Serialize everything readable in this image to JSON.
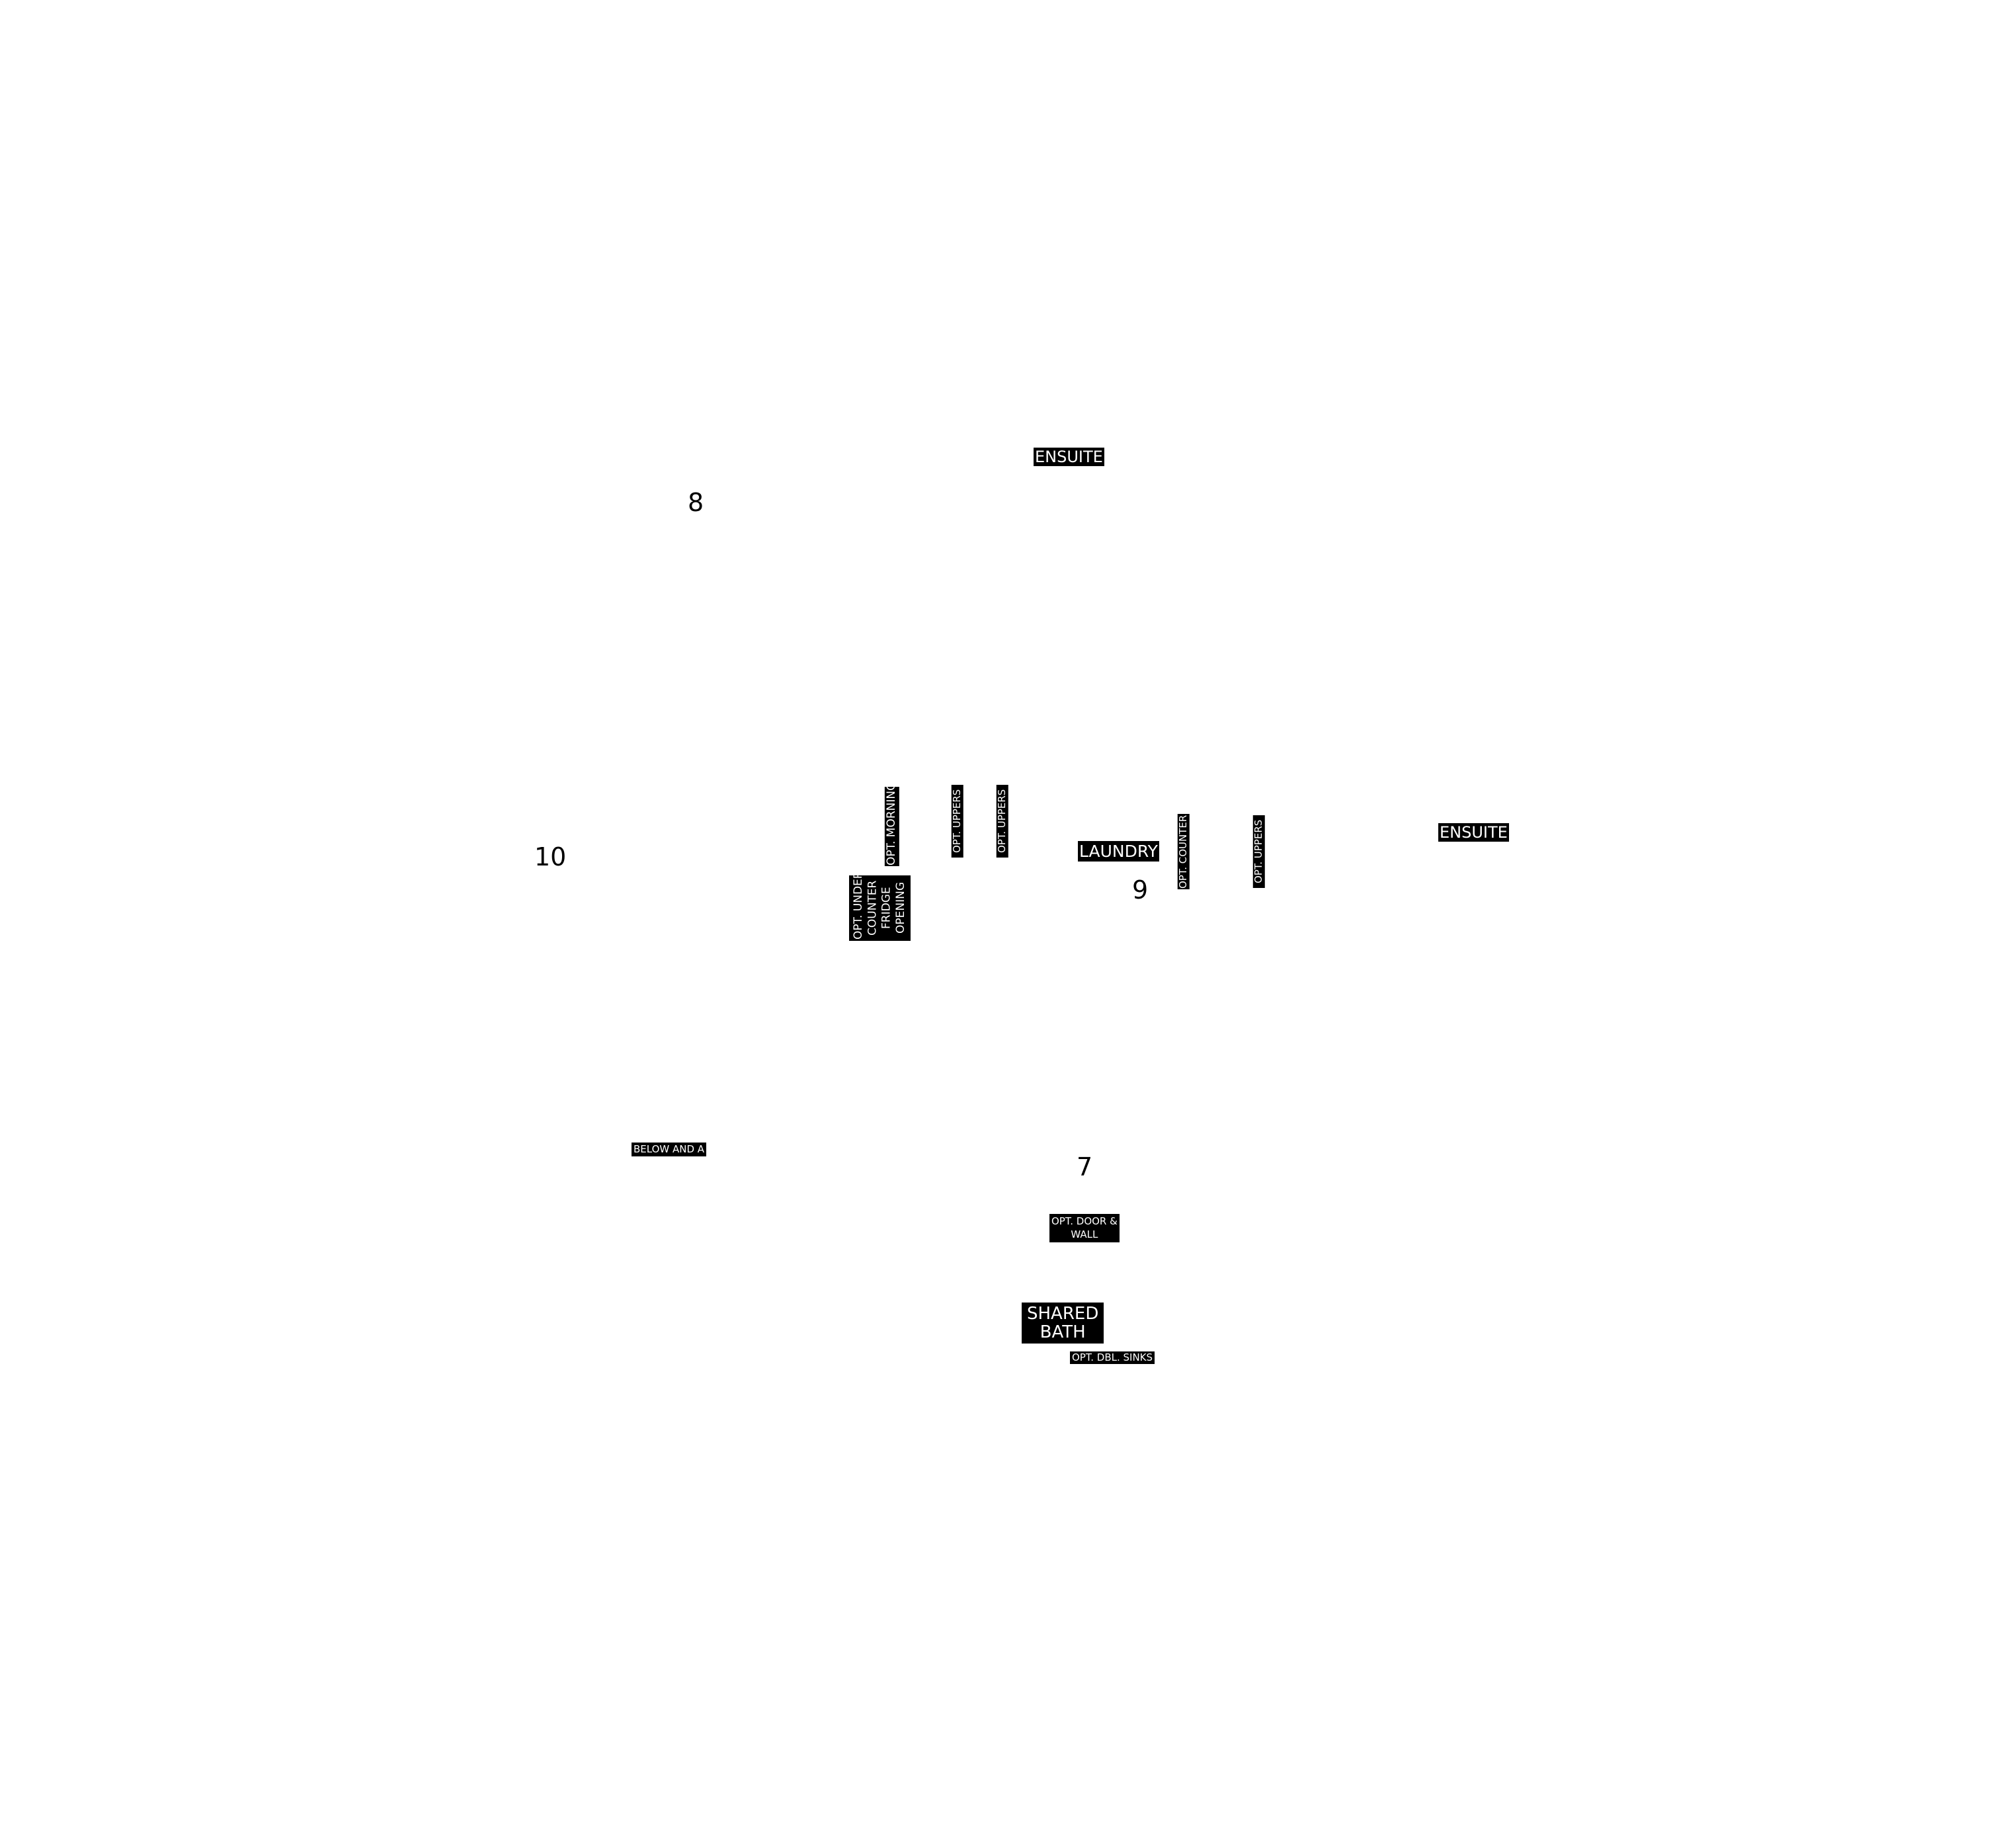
{
  "rooms": {
    "ensuite_top": "ENSUITE",
    "ensuite_right": "ENSUITE",
    "laundry": "LAUNDRY",
    "shared_bath": "SHARED\nBATH"
  },
  "bedroom_numbers": {
    "n8": "8",
    "n10": "10",
    "n9": "9",
    "n7": "7"
  },
  "options": {
    "morning": "OPT. MORNING",
    "uppers_1": "OPT. UPPERS",
    "uppers_2": "OPT. UPPERS",
    "counter": "OPT. COUNTER",
    "uppers_3": "OPT. UPPERS",
    "under_counter_fridge": "OPT. UNDER\nCOUNTER\nFRIDGE\nOPENING",
    "below_and": "BELOW AND A",
    "door_wall": "OPT. DOOR &\nWALL",
    "dbl_sinks": "OPT. DBL. SINKS"
  },
  "colors": {
    "label_background": "#000000",
    "label_text": "#ffffff",
    "canvas": "#ffffff"
  }
}
